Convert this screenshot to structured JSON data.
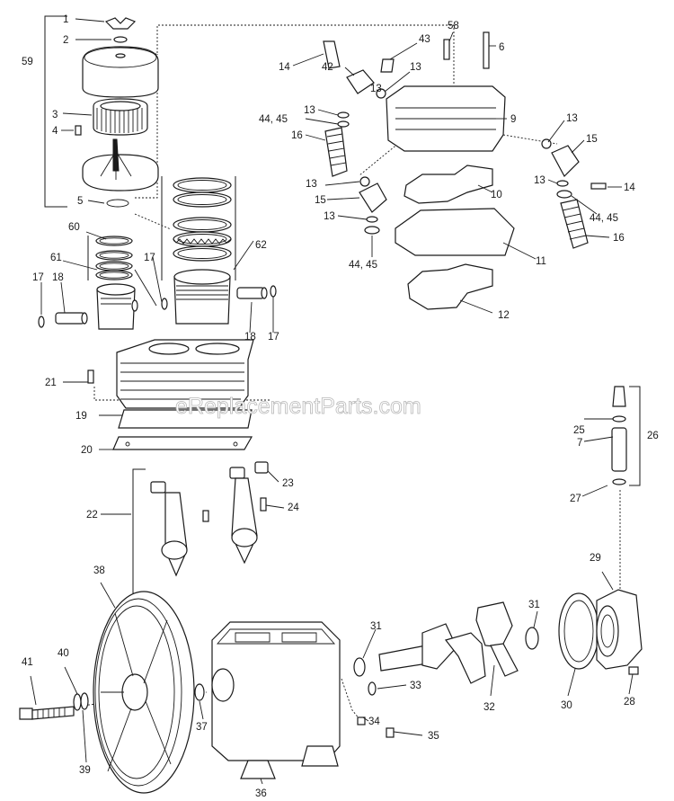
{
  "watermark": "eReplacementParts.com",
  "callouts": {
    "c1": "1",
    "c2": "2",
    "c3": "3",
    "c4": "4",
    "c5": "5",
    "c6": "6",
    "c7": "7",
    "c9": "9",
    "c10": "10",
    "c11": "11",
    "c12": "12",
    "c13a": "13",
    "c13b": "13",
    "c13c": "13",
    "c13d": "13",
    "c13e": "13",
    "c13f": "13",
    "c13g": "13",
    "c14a": "14",
    "c14b": "14",
    "c15a": "15",
    "c15b": "15",
    "c16a": "16",
    "c16b": "16",
    "c17a": "17",
    "c17b": "17",
    "c17c": "17",
    "c18a": "18",
    "c18b": "18",
    "c19": "19",
    "c20": "20",
    "c21": "21",
    "c22": "22",
    "c23": "23",
    "c24": "24",
    "c25": "25",
    "c26": "26",
    "c27": "27",
    "c28": "28",
    "c29": "29",
    "c30": "30",
    "c31a": "31",
    "c31b": "31",
    "c32": "32",
    "c33": "33",
    "c34": "34",
    "c35": "35",
    "c36": "36",
    "c37": "37",
    "c38": "38",
    "c39": "39",
    "c40": "40",
    "c41": "41",
    "c42": "42",
    "c43": "43",
    "c4445a": "44, 45",
    "c4445b": "44, 45",
    "c4445c": "44, 45",
    "c58": "58",
    "c59": "59",
    "c60": "60",
    "c61": "61",
    "c62": "62"
  }
}
